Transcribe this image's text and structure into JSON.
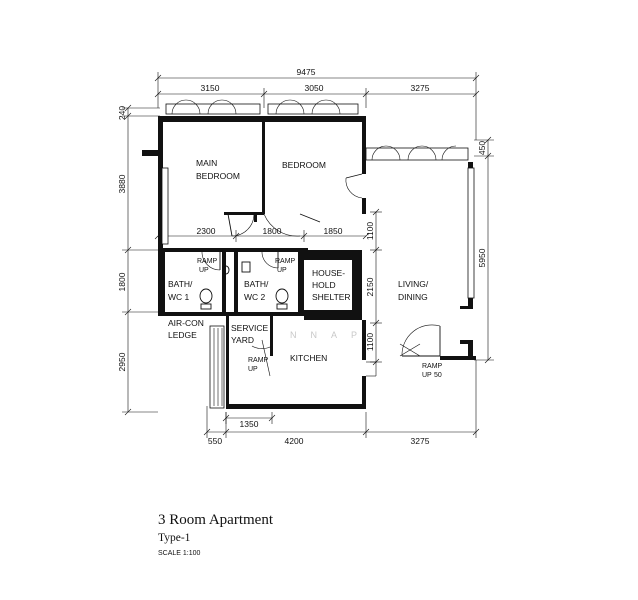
{
  "plan": {
    "title": "3 Room Apartment",
    "type": "Type-1",
    "scale": "SCALE 1:100",
    "dimensions": {
      "overall_width": "9475",
      "top_mb": "3150",
      "top_br": "3050",
      "top_living": "3275",
      "mid_2300": "2300",
      "mid_1800": "1800",
      "mid_1850": "1850",
      "left_240": "240",
      "left_3880": "3880",
      "left_1800": "1800",
      "left_2950": "2950",
      "int_1100a": "1100",
      "int_2150": "2150",
      "int_1100b": "1100",
      "right_450": "450",
      "right_5950": "5950",
      "kitchen_1350": "1350",
      "bot_550": "550",
      "bot_4200": "4200",
      "bot_3275": "3275"
    },
    "rooms": {
      "main_bedroom_1": "MAIN",
      "main_bedroom_2": "BEDROOM",
      "bedroom": "BEDROOM",
      "bath1_1": "BATH/",
      "bath1_2": "WC 1",
      "bath2_1": "BATH/",
      "bath2_2": "WC 2",
      "shelter_1": "HOUSE-",
      "shelter_2": "HOLD",
      "shelter_3": "SHELTER",
      "living_1": "LIVING/",
      "living_2": "DINING",
      "aircon_1": "AIR-CON",
      "aircon_2": "LEDGE",
      "service_1": "SERVICE",
      "service_2": "YARD",
      "kitchen": "KITCHEN"
    },
    "ramps": {
      "bath1_1": "RAMP",
      "bath1_2": "UP",
      "bath2_1": "RAMP",
      "bath2_2": "UP",
      "yard_1": "RAMP",
      "yard_2": "UP",
      "entry_1": "RAMP",
      "entry_2": "UP",
      "entry_3": "50"
    },
    "watermark": "NNAP"
  }
}
